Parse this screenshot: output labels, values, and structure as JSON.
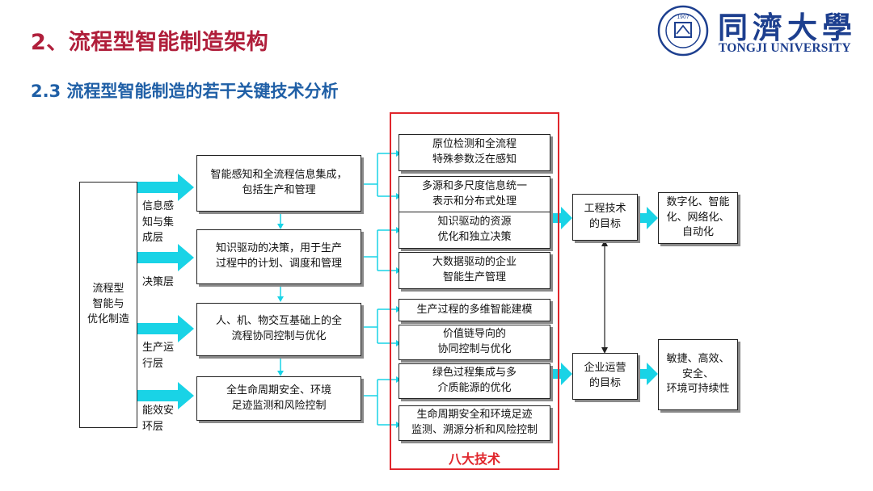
{
  "header": {
    "title": "2、流程型智能制造架构",
    "subtitle": "2.3 流程型智能制造的若干关键技术分析",
    "logo_cn": "同濟大學",
    "logo_en": "TONGJI UNIVERSITY",
    "seal_year": "1907"
  },
  "diagram": {
    "root": "流程型\n智能与\n优化制造",
    "layers": [
      "信息感\n知与集\n成层",
      "决策层",
      "生产运\n行层",
      "能效安\n环层"
    ],
    "middle": [
      "智能感知和全流程信息集成，\n包括生产和管理",
      "知识驱动的决策，用于生产\n过程中的计划、调度和管理",
      "人、机、物交互基础上的全\n流程协同控制与优化",
      "全生命周期安全、环境\n足迹监测和风险控制"
    ],
    "tech": [
      "原位检测和全流程\n特殊参数泛在感知",
      "多源和多尺度信息统一\n表示和分布式处理",
      "知识驱动的资源\n优化和独立决策",
      "大数据驱动的企业\n智能生产管理",
      "生产过程的多维智能建模",
      "价值链导向的\n协同控制与优化",
      "绿色过程集成与多\n介质能源的优化",
      "生命周期安全和环境足迹\n监测、溯源分析和风险控制"
    ],
    "tech_group_label": "八大技术",
    "goals": [
      "工程技术\n的目标",
      "企业运营\n的目标"
    ],
    "outcomes": [
      "数字化、智能\n化、网络化、\n自动化",
      "敏捷、高效、\n安全、\n环境可持续性"
    ]
  },
  "colors": {
    "arrow": "#19d3e6",
    "frame": "#e0262c",
    "title": "#b01f3b",
    "subtitle": "#1f5fa6"
  }
}
